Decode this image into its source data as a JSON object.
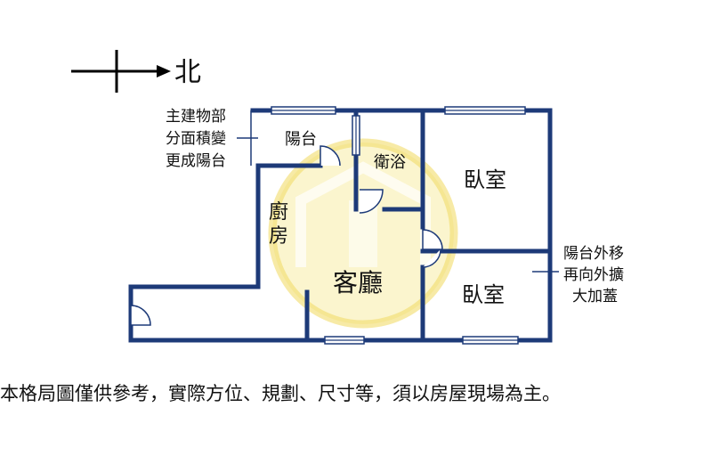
{
  "compass": {
    "label": "北"
  },
  "rooms": {
    "balcony": "陽台",
    "bathroom": "衛浴",
    "bedroom_top": "臥室",
    "bedroom_bottom": "臥室",
    "kitchen_line1": "廚",
    "kitchen_line2": "房",
    "living_room": "客廳"
  },
  "notes": {
    "balcony_note_line1": "主建物部",
    "balcony_note_line2": "分面積變",
    "balcony_note_line3": "更成陽台",
    "expansion_note_line1": "陽台外移",
    "expansion_note_line2": "再向外擴",
    "expansion_note_line3": "大加蓋"
  },
  "disclaimer": "本格局圖僅供參考，實際方位、規劃、尺寸等，須以房屋現場為主。",
  "colors": {
    "wall": "#1d3a78",
    "watermark_ring": "#f3e27a",
    "watermark_fill": "#f8eda6"
  }
}
